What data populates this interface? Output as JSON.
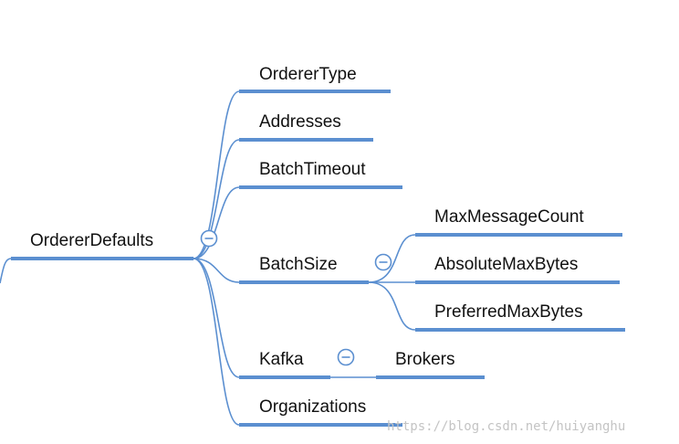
{
  "colors": {
    "branch": "#5b8fd0",
    "text": "#111111",
    "watermark": "#c4c4c4"
  },
  "icons": {
    "collapse": "minus-circle-icon"
  },
  "nodes": {
    "root": "OrdererDefaults",
    "orderer_type": "OrdererType",
    "addresses": "Addresses",
    "batch_timeout": "BatchTimeout",
    "batch_size": "BatchSize",
    "max_message_count": "MaxMessageCount",
    "absolute_max_bytes": "AbsoluteMaxBytes",
    "preferred_max_bytes": "PreferredMaxBytes",
    "kafka": "Kafka",
    "brokers": "Brokers",
    "organizations": "Organizations"
  },
  "watermark": "https://blog.csdn.net/huiyanghu"
}
